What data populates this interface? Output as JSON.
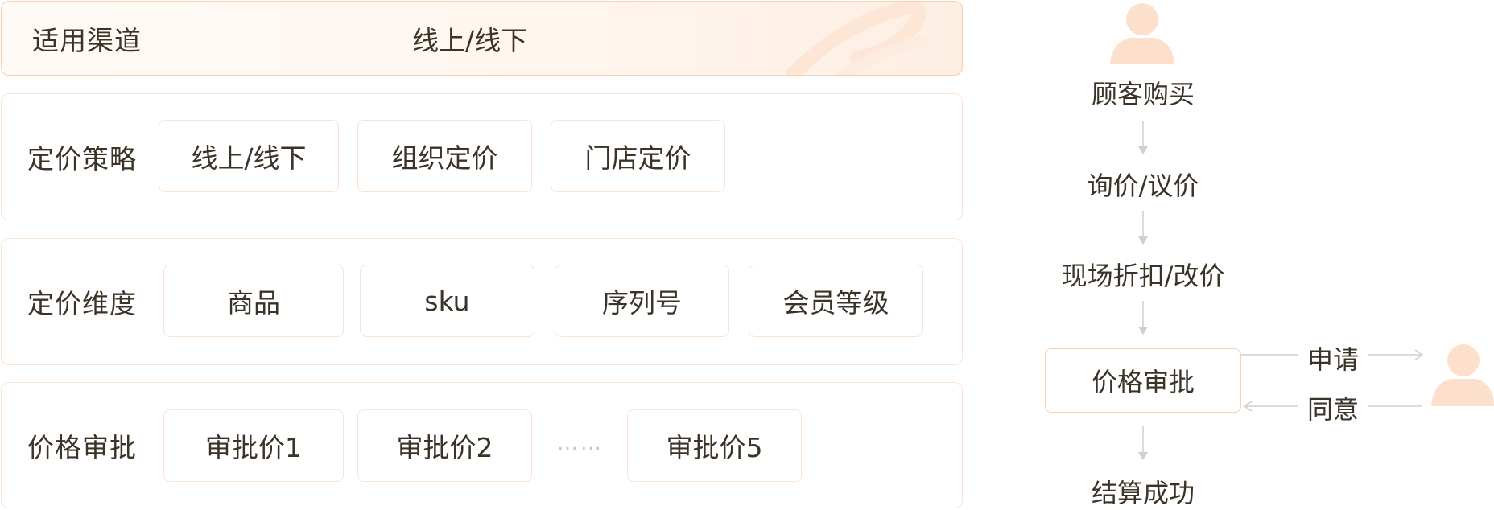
{
  "channel": {
    "label": "适用渠道",
    "value": "线上/线下"
  },
  "pricing_strategy": {
    "label": "定价策略",
    "items": [
      "线上/线下",
      "组织定价",
      "门店定价"
    ]
  },
  "pricing_dimension": {
    "label": "定价维度",
    "items": [
      "商品",
      "sku",
      "序列号",
      "会员等级"
    ]
  },
  "price_approval": {
    "label": "价格审批",
    "items": [
      "审批价1",
      "审批价2",
      "审批价5"
    ],
    "ellipsis": "……"
  },
  "flow": {
    "steps": [
      "顾客购买",
      "询价/议价",
      "现场折扣/改价",
      "价格审批",
      "结算成功"
    ],
    "apply_label": "申请",
    "agree_label": "同意"
  },
  "colors": {
    "accent_border": "#f7cfb2",
    "light_border": "#fbe3d2",
    "person_fill": "#fde0cc",
    "text": "#3b3328",
    "arrow": "#cfcfcf"
  },
  "icons": [
    "person-icon",
    "arrow-down-icon",
    "arrow-right-icon",
    "arrow-left-icon"
  ]
}
